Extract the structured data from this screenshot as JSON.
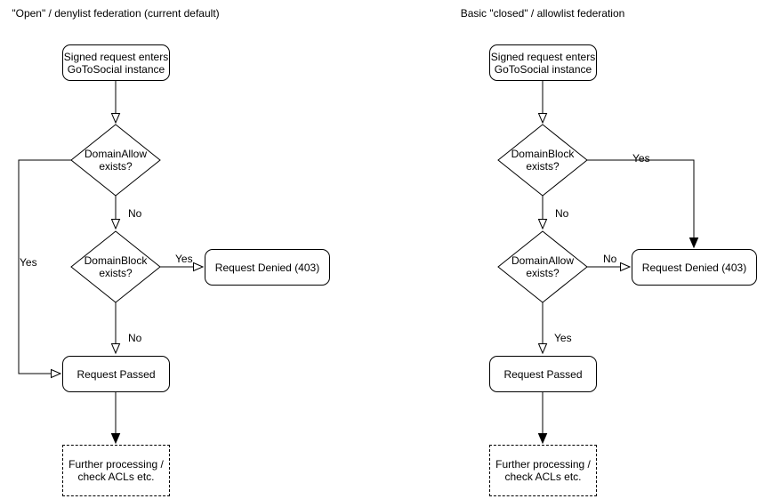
{
  "colors": {
    "background": "#ffffff",
    "line": "#000000",
    "text": "#000000"
  },
  "charts": [
    {
      "title": "\"Open\" / denylist federation (current default)",
      "start": [
        "Signed request enters",
        "GoToSocial instance"
      ],
      "decision1": [
        "DomainAllow",
        "exists?"
      ],
      "decision1_no": "No",
      "decision1_yes": "Yes",
      "decision2": [
        "DomainBlock",
        "exists?"
      ],
      "decision2_yes": "Yes",
      "decision2_no": "No",
      "denied": "Request Denied (403)",
      "passed": "Request Passed",
      "further": [
        "Further processing /",
        "check ACLs etc."
      ]
    },
    {
      "title": "Basic \"closed\" / allowlist federation",
      "start": [
        "Signed request enters",
        "GoToSocial instance"
      ],
      "decision1": [
        "DomainBlock",
        "exists?"
      ],
      "decision1_yes": "Yes",
      "decision1_no": "No",
      "decision2": [
        "DomainAllow",
        "exists?"
      ],
      "decision2_no": "No",
      "decision2_yes": "Yes",
      "denied": "Request Denied (403)",
      "passed": "Request Passed",
      "further": [
        "Further processing /",
        "check ACLs etc."
      ]
    }
  ]
}
